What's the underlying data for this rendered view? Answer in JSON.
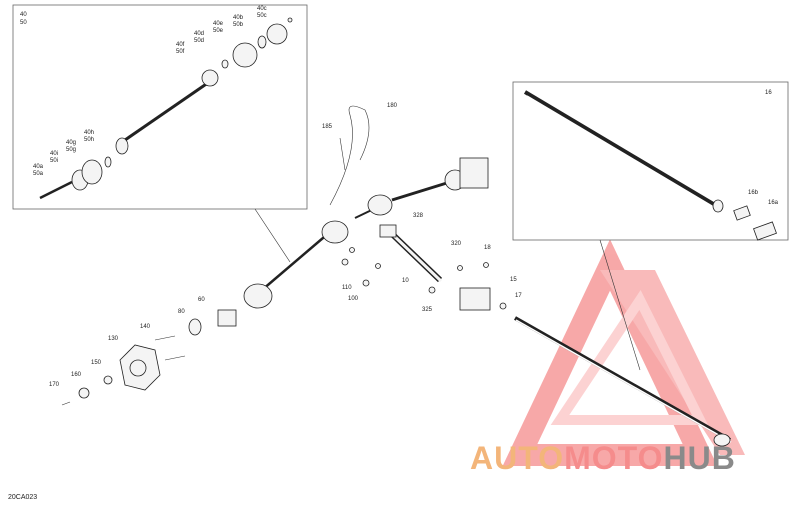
{
  "diagram_code": "20CA023",
  "inset_left": {
    "corner_labels": [
      "40",
      "50"
    ],
    "callouts": [
      "40c",
      "50c",
      "40b",
      "50b",
      "40e",
      "50e",
      "40d",
      "50d",
      "40f",
      "50f",
      "40h",
      "50h",
      "40g",
      "50g",
      "40i",
      "50i",
      "40a",
      "50a"
    ]
  },
  "inset_right": {
    "callouts": [
      "16",
      "16b",
      "16a"
    ]
  },
  "main_callouts": [
    "180",
    "185",
    "328",
    "320",
    "18",
    "15",
    "17",
    "10",
    "325",
    "110",
    "100",
    "60",
    "80",
    "140",
    "130",
    "150",
    "160",
    "170"
  ],
  "watermark": {
    "part1": "AUTO",
    "part2": "MOTO",
    "part3": "HUB",
    "color_orange": "#f3b57a",
    "color_red": "#f58c8c",
    "color_gray": "#8a8a8a"
  }
}
